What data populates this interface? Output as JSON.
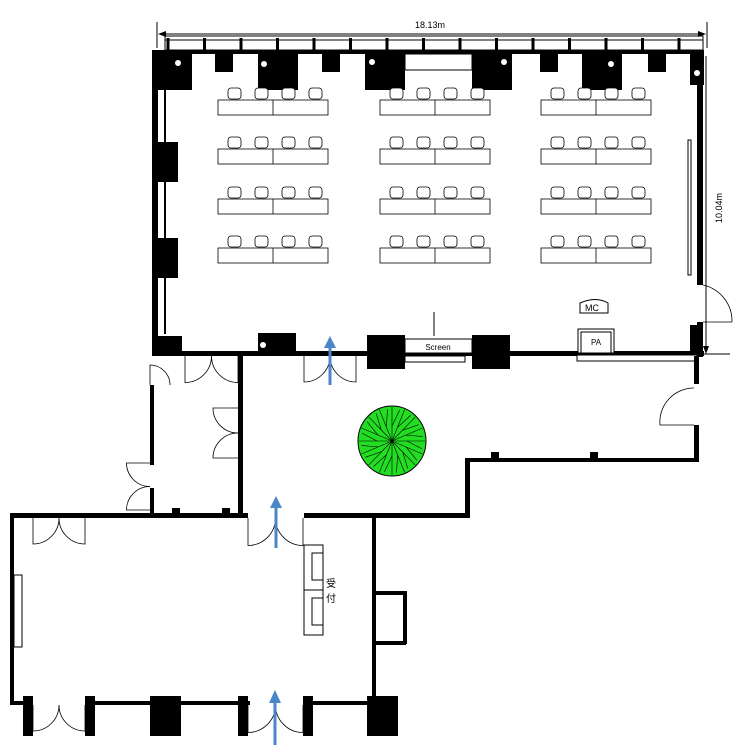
{
  "dimensions": {
    "width_label": "18.13m",
    "height_label": "10.04m"
  },
  "equipment": {
    "screen_label": "Screen",
    "mc_label": "MC",
    "pa_label": "PA"
  },
  "reception": {
    "label_line1": "受",
    "label_line2": "付"
  },
  "seating": {
    "table_columns": 3,
    "table_rows": 4,
    "chairs_per_table": 4
  },
  "colors": {
    "wall": "#000000",
    "arrow": "#4a86c8",
    "plant": "#22dd22"
  }
}
